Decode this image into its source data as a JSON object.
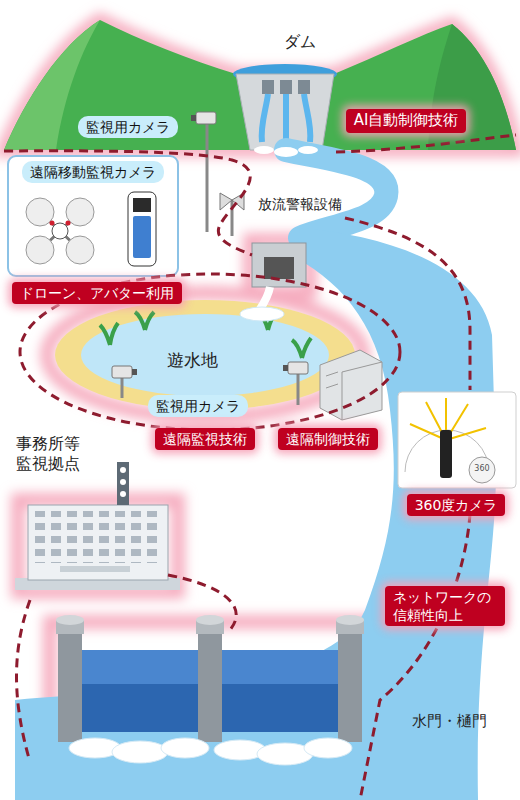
{
  "diagram": {
    "nodes": [
      {
        "text": [
          "監視用カメラ"
        ]
      },
      {
        "text": [
          "AI自動制御技術"
        ]
      },
      {
        "text": [
          "遠隔移動監視カメラ"
        ]
      },
      {
        "text": [
          "ドローン、アバター利用"
        ]
      },
      {
        "text": [
          "監視用カメラ"
        ]
      },
      {
        "text": [
          "遠隔監視技術"
        ]
      },
      {
        "text": [
          "遠隔制御技術"
        ]
      },
      {
        "text": [
          "360度カメラ"
        ]
      },
      {
        "text": [
          "ネットワークの 信頼性向上"
        ]
      }
    ],
    "labels": [
      "ダム",
      "放流警報設備",
      "遊水地",
      "事務所等 監視拠点",
      "360",
      "水門・樋門"
    ]
  }
}
